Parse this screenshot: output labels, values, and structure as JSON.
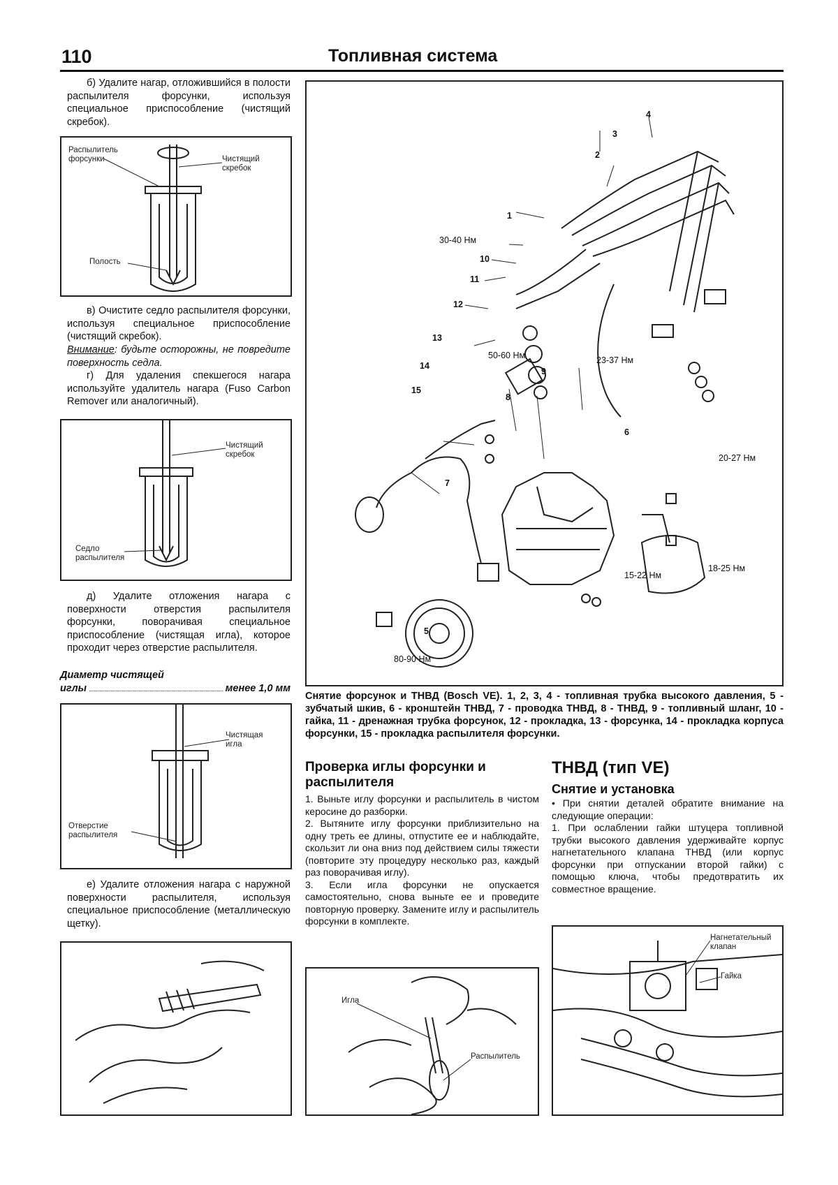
{
  "header": {
    "page_number": "110",
    "title": "Топливная система"
  },
  "left": {
    "para_b": "б) Удалите нагар, отложившийся в полости распылителя форсунки, используя специальное приспособление (чистящий скребок).",
    "fig1": {
      "label_nozzle": "Распылитель форсунки",
      "label_scraper": "Чистящий скребок",
      "label_cavity": "Полость"
    },
    "para_v": "в) Очистите седло распылителя форсунки, используя специальное приспособление (чистящий скребок).",
    "note_label": "Внимание",
    "note_text": ": будьте осторожны, не повредите поверхность седла.",
    "para_g": "г) Для удаления спекшегося нагара используйте удалитель нагара (Fuso Carbon Remover или аналогичный).",
    "fig2": {
      "label_scraper": "Чистящий скребок",
      "label_seat": "Седло распылителя"
    },
    "para_d": "д) Удалите отложения нагара с поверхности отверстия распылителя форсунки, поворачивая специальное приспособление (чистящая игла), которое проходит через отверстие распылителя.",
    "spec_label": "Диаметр чистящей",
    "spec_label2": "иглы",
    "spec_value": "менее 1,0 мм",
    "fig3": {
      "label_needle": "Чистящая игла",
      "label_hole": "Отверстие распылителя"
    },
    "para_e": "е) Удалите отложения нагара с наружной поверхности распылителя, используя специальное приспособление (металлическую щетку)."
  },
  "main_figure": {
    "callouts": [
      "1",
      "2",
      "3",
      "4",
      "5",
      "6",
      "7",
      "8",
      "9",
      "10",
      "11",
      "12",
      "13",
      "14",
      "15"
    ],
    "torques": [
      "30-40 Нм",
      "50-60 Нм",
      "23-37 Нм",
      "20-27 Нм",
      "18-25 Нм",
      "15-22 Нм",
      "80-90 Нм"
    ],
    "caption": "Снятие форсунок и ТНВД (Bosch VE). 1, 2, 3, 4 - топливная трубка высокого давления, 5 - зубчатый шкив, 6 - кронштейн ТНВД, 7 - проводка ТНВД, 8 - ТНВД, 9 - топливный шланг, 10 - гайка, 11 - дренажная трубка форсунок, 12 - прокладка, 13 - форсунка, 14 - прокладка корпуса форсунки, 15 - прокладка распылителя форсунки."
  },
  "middle": {
    "heading": "Проверка иглы форсунки и распылителя",
    "p1": "1. Выньте иглу форсунки и распылитель в чистом керосине до разборки.",
    "p2": "2. Вытяните иглу форсунки приблизительно на одну треть ее длины, отпустите ее и наблюдайте, скользит ли она вниз под действием силы тяжести (повторите эту процедуру несколько раз, каждый раз поворачивая иглу).",
    "p3": "3. Если игла форсунки не опускается самостоятельно, снова выньте ее и проведите повторную проверку. Замените иглу и распылитель форсунки в комплекте.",
    "fig": {
      "label_needle": "Игла",
      "label_nozzle": "Распылитель"
    }
  },
  "right": {
    "heading": "ТНВД (тип VE)",
    "subheading": "Снятие и установка",
    "bullet": "• При снятии деталей обратите внимание на следующие операции:",
    "p1": "1. При ослаблении гайки штуцера топливной трубки высокого давления удерживайте корпус нагнетательного клапана ТНВД (или корпус форсунки при отпускании второй гайки) с помощью ключа, чтобы предотвратить их совместное вращение.",
    "fig": {
      "label_valve": "Нагнетательный клапан",
      "label_nut": "Гайка"
    }
  }
}
